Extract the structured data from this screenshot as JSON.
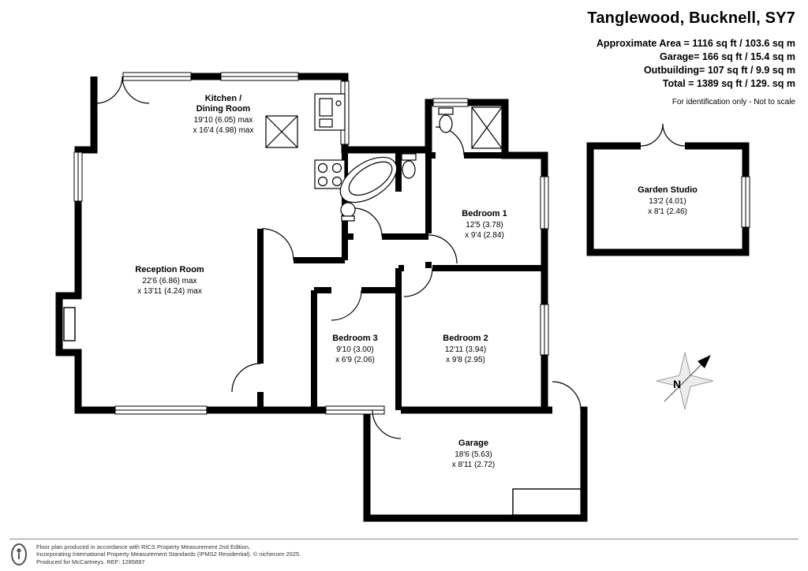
{
  "header": {
    "title": "Tanglewood, Bucknell, SY7",
    "area_lines": [
      "Approximate Area = 1116 sq ft / 103.6 sq m",
      "Garage= 166 sq ft / 15.4 sq m",
      "Outbuilding= 107 sq ft / 9.9 sq m",
      "Total = 1389 sq ft / 129. sq m"
    ],
    "disclaimer": "For identification only - Not to scale"
  },
  "rooms": {
    "kitchen": {
      "line1": "Kitchen /",
      "line2": "Dining Room",
      "dim1": "19'10 (6.05) max",
      "dim2": "x 16'4 (4.98) max"
    },
    "reception": {
      "line1": "Reception Room",
      "dim1": "22'6 (6.86) max",
      "dim2": "x 13'11 (4.24) max"
    },
    "bedroom1": {
      "line1": "Bedroom 1",
      "dim1": "12'5 (3.78)",
      "dim2": "x 9'4 (2.84)"
    },
    "bedroom2": {
      "line1": "Bedroom 2",
      "dim1": "12'11 (3.94)",
      "dim2": "x 9'8 (2.95)"
    },
    "bedroom3": {
      "line1": "Bedroom 3",
      "dim1": "9'10 (3.00)",
      "dim2": "x 6'9 (2.06)"
    },
    "garage": {
      "line1": "Garage",
      "dim1": "18'6 (5.63)",
      "dim2": "x 8'11 (2.72)"
    },
    "garden_studio": {
      "line1": "Garden Studio",
      "dim1": "13'2 (4.01)",
      "dim2": "x 8'1 (2.46)"
    }
  },
  "compass": {
    "north_label": "N"
  },
  "footer": {
    "line1": "Floor plan produced in accordance with RICS Property Measurement 2nd Edition,",
    "line2": "Incorporating International Property Measurement Standards (IPMS2 Residential). © nichecom 2025.",
    "line3": "Produced for McCartneys.  REF: 1285897"
  },
  "colors": {
    "wall": "#000000",
    "background": "#ffffff"
  }
}
